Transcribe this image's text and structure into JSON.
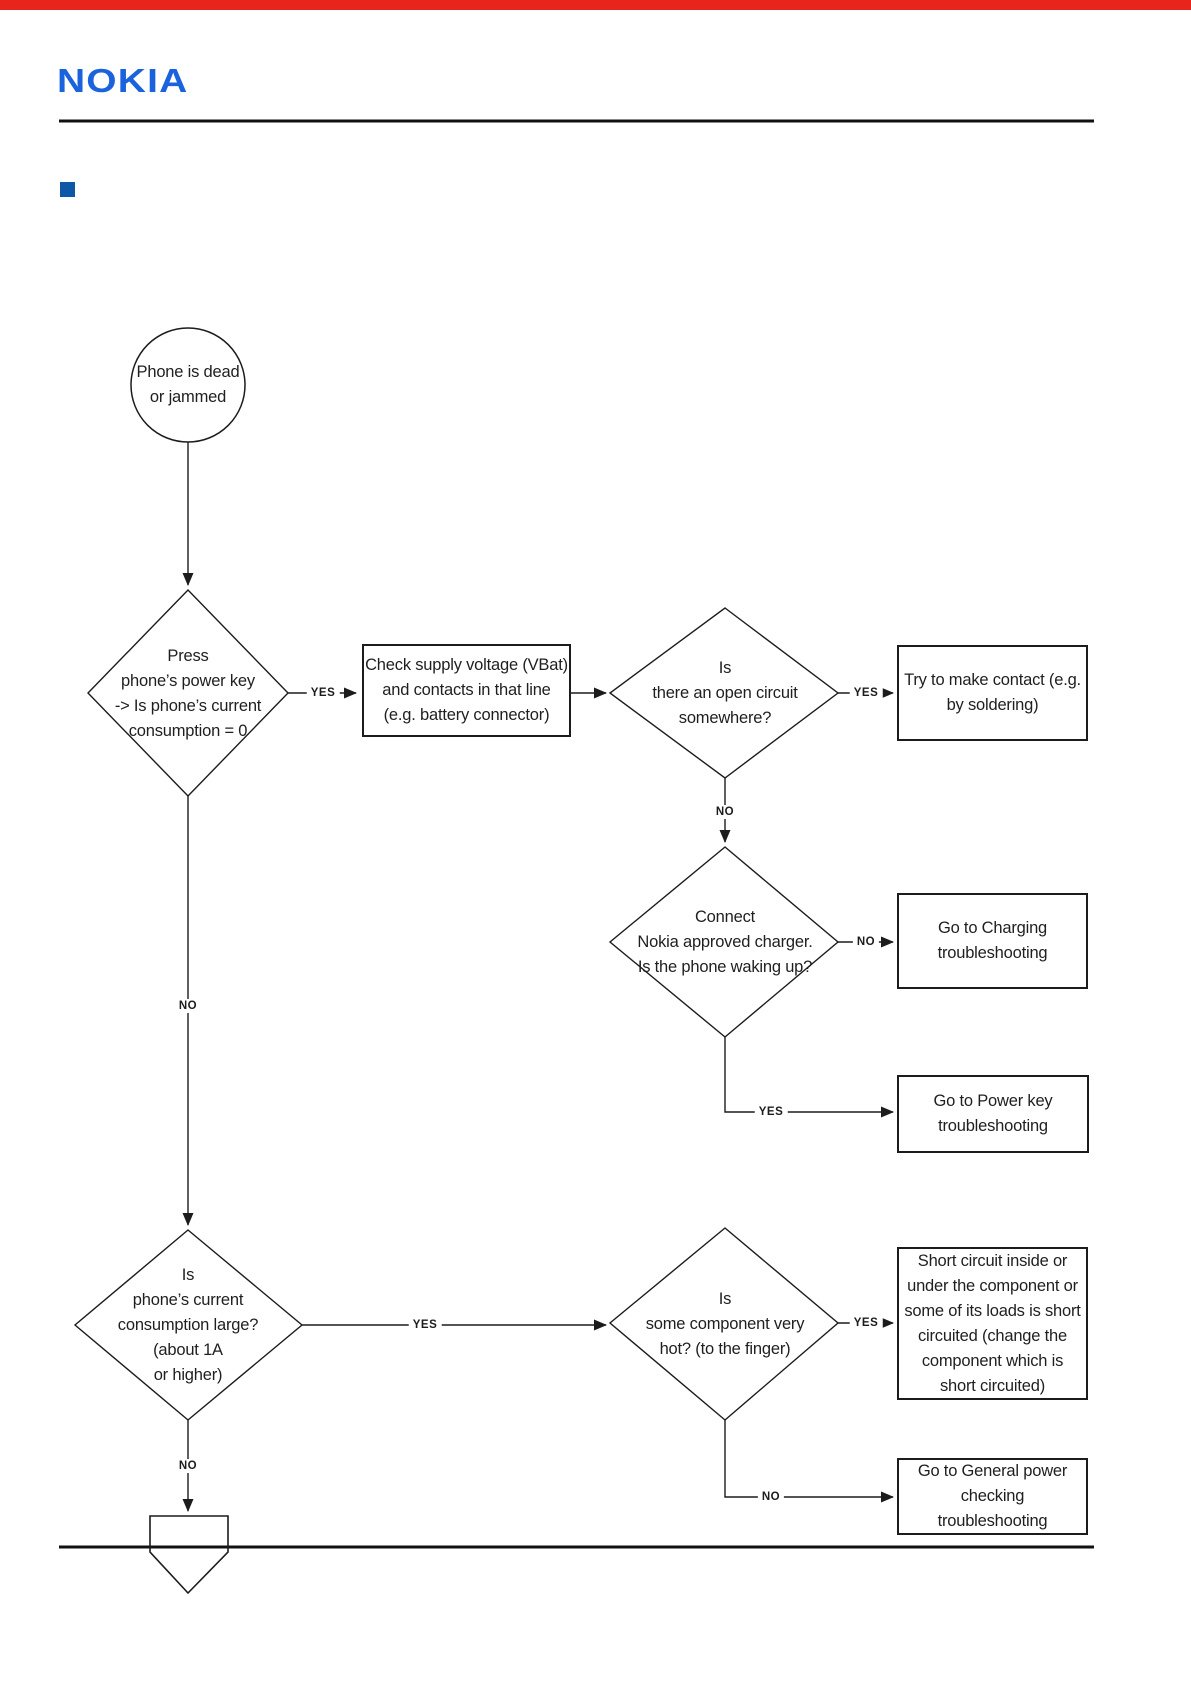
{
  "page": {
    "logo_text": "NOKIA",
    "colors": {
      "top_bar_red": "#e8251d",
      "brand_blue": "#1b63dd",
      "bullet_blue": "#0e56a6",
      "line_black": "#1c1c1c"
    }
  },
  "flowchart": {
    "start": "Phone is dead\nor jammed",
    "decision_power_key": "Press\nphone’s power key\n-> Is phone’s current\nconsumption = 0",
    "box_check_supply": "Check supply voltage (VBat)\nand contacts in that line\n(e.g. battery connector)",
    "decision_open_circuit": "Is\nthere an open circuit\nsomewhere?",
    "box_make_contact": "Try to make contact (e.g.\nby soldering)",
    "decision_charger": "Connect\nNokia approved charger.\nIs the phone waking up?",
    "box_charging": "Go to Charging\ntroubleshooting",
    "box_power_key": "Go to Power key\ntroubleshooting",
    "decision_consumption_large": "Is\nphone’s current\nconsumption large?\n(about 1A\nor higher)",
    "decision_component_hot": "Is\nsome component very\nhot? (to the finger)",
    "box_short_circuit": "Short circuit inside or\nunder the component or\nsome of its loads is short\ncircuited (change the\ncomponent which is\nshort circuited)",
    "box_general_power": "Go to General power\nchecking\ntroubleshooting",
    "labels": {
      "yes": "YES",
      "no": "NO"
    }
  }
}
